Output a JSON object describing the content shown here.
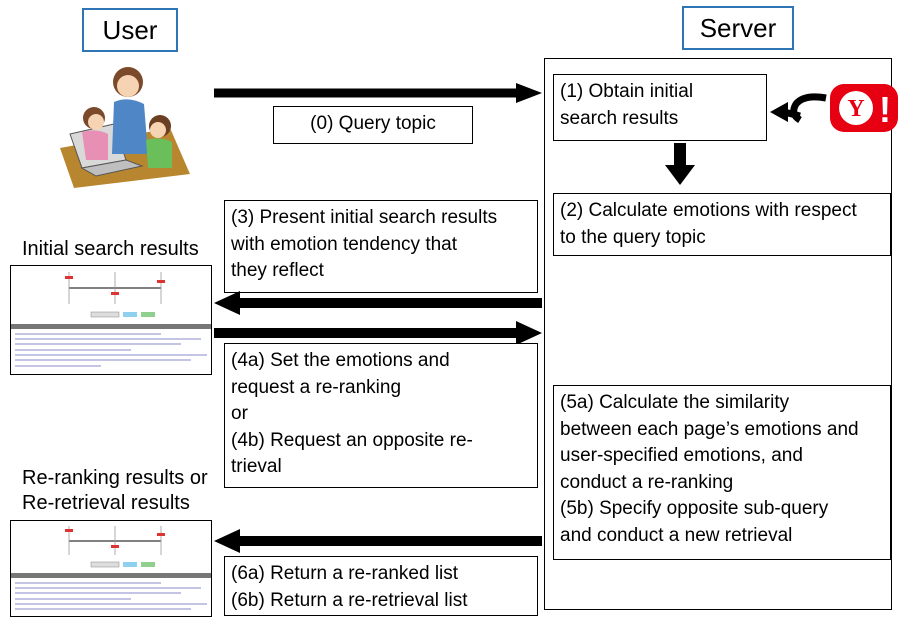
{
  "headers": {
    "user": "User",
    "server": "Server"
  },
  "labels": {
    "initial_results": "Initial search results",
    "reranking_results": "Re-ranking results or\nRe-retrieval results"
  },
  "steps": {
    "s0": "(0) Query topic",
    "s1": "(1) Obtain initial\nsearch results",
    "s2": "(2) Calculate emotions with respect\nto the query topic",
    "s3": "(3) Present initial search results\nwith emotion tendency that\nthey reflect",
    "s4": "(4a) Set the emotions and\nrequest a re-ranking\nor\n(4b) Request an opposite re-\ntrieval",
    "s5": "(5a) Calculate the similarity\nbetween each page’s emotions and\nuser-specified emotions, and\nconduct a re-ranking\n(5b) Specify opposite sub-query\nand conduct a new retrieval",
    "s6": "(6a) Return a re-ranked list\n(6b) Return a re-retrieval list"
  },
  "logo": {
    "letter": "Y!",
    "color": "#e60012"
  },
  "colors": {
    "header_border": "#2e75b6",
    "arrow": "#000000"
  }
}
